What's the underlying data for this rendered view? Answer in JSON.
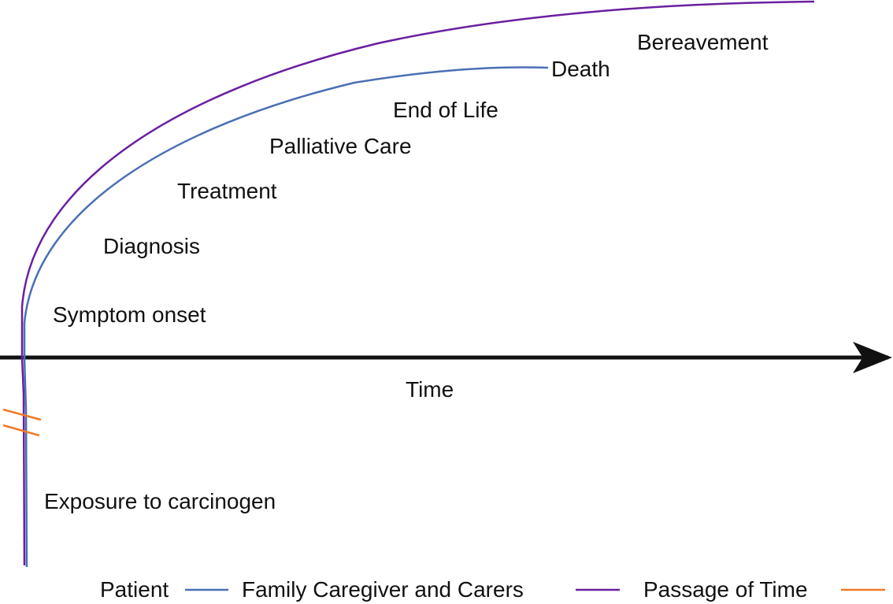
{
  "axis": {
    "label": "Time"
  },
  "stages": {
    "exposure": "Exposure to carcinogen",
    "symptom_onset": "Symptom onset",
    "diagnosis": "Diagnosis",
    "treatment": "Treatment",
    "palliative_care": "Palliative Care",
    "end_of_life": "End of Life",
    "death": "Death",
    "bereavement": "Bereavement"
  },
  "legend": {
    "patient": {
      "label": "Patient",
      "color": "#4a6fb5"
    },
    "family": {
      "label": "Family Caregiver and Carers",
      "color": "#6a1fa0"
    },
    "passage": {
      "label": "Passage of Time",
      "color": "#f07a2a"
    }
  },
  "colors": {
    "axis": "#111111"
  }
}
